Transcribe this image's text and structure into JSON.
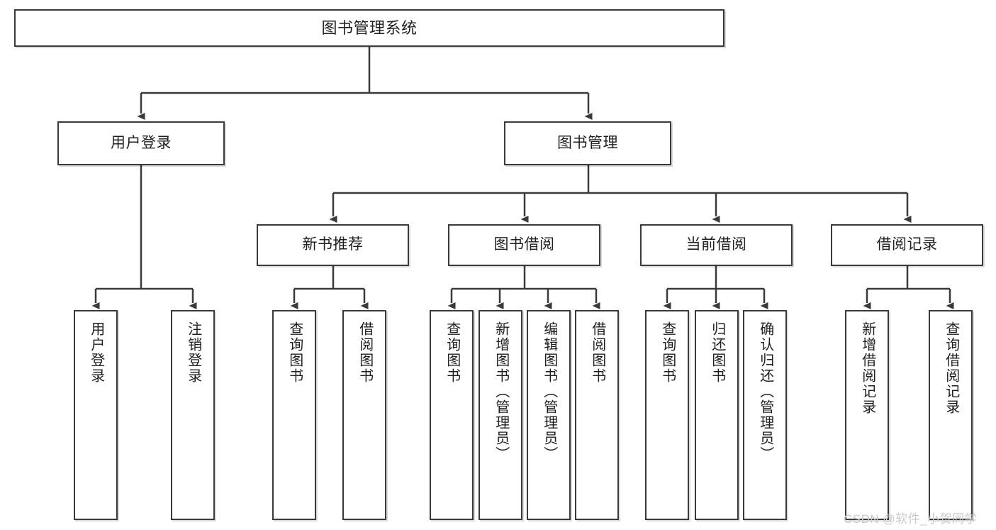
{
  "diagram": {
    "title": "图书管理系统",
    "type": "tree-hierarchy",
    "orientation": "top-down",
    "levels": 4
  },
  "nodes": {
    "root": {
      "label": "图书管理系统"
    },
    "level2": [
      {
        "id": "user-login",
        "label": "用户登录"
      },
      {
        "id": "book-management",
        "label": "图书管理"
      }
    ],
    "level3": [
      {
        "id": "new-book-recommend",
        "label": "新书推荐"
      },
      {
        "id": "book-borrow",
        "label": "图书借阅"
      },
      {
        "id": "current-borrow",
        "label": "当前借阅"
      },
      {
        "id": "borrow-record",
        "label": "借阅记录"
      }
    ],
    "leaves": {
      "user_login": [
        {
          "id": "leaf-user-login",
          "label": "用户登录"
        },
        {
          "id": "leaf-logout",
          "label": "注销登录"
        }
      ],
      "new_book_recommend": [
        {
          "id": "leaf-query-book-1",
          "label": "查询图书"
        },
        {
          "id": "leaf-borrow-book-1",
          "label": "借阅图书"
        }
      ],
      "book_borrow": [
        {
          "id": "leaf-query-book-2",
          "label": "查询图书"
        },
        {
          "id": "leaf-add-book",
          "label": "新增图书（管理员）"
        },
        {
          "id": "leaf-edit-book",
          "label": "编辑图书（管理员）"
        },
        {
          "id": "leaf-borrow-book-2",
          "label": "借阅图书"
        }
      ],
      "current_borrow": [
        {
          "id": "leaf-query-book-3",
          "label": "查询图书"
        },
        {
          "id": "leaf-return-book",
          "label": "归还图书"
        },
        {
          "id": "leaf-confirm-return",
          "label": "确认归还（管理员）"
        }
      ],
      "borrow_record": [
        {
          "id": "leaf-add-record",
          "label": "新增借阅记录"
        },
        {
          "id": "leaf-query-record",
          "label": "查询借阅记录"
        }
      ]
    }
  },
  "watermark": {
    "text": "CSDN @软件_小贺同学"
  },
  "colors": {
    "border": "#3a3a3a",
    "text": "#1f1f1f",
    "background": "#ffffff",
    "watermark": "#c9c9c9"
  }
}
